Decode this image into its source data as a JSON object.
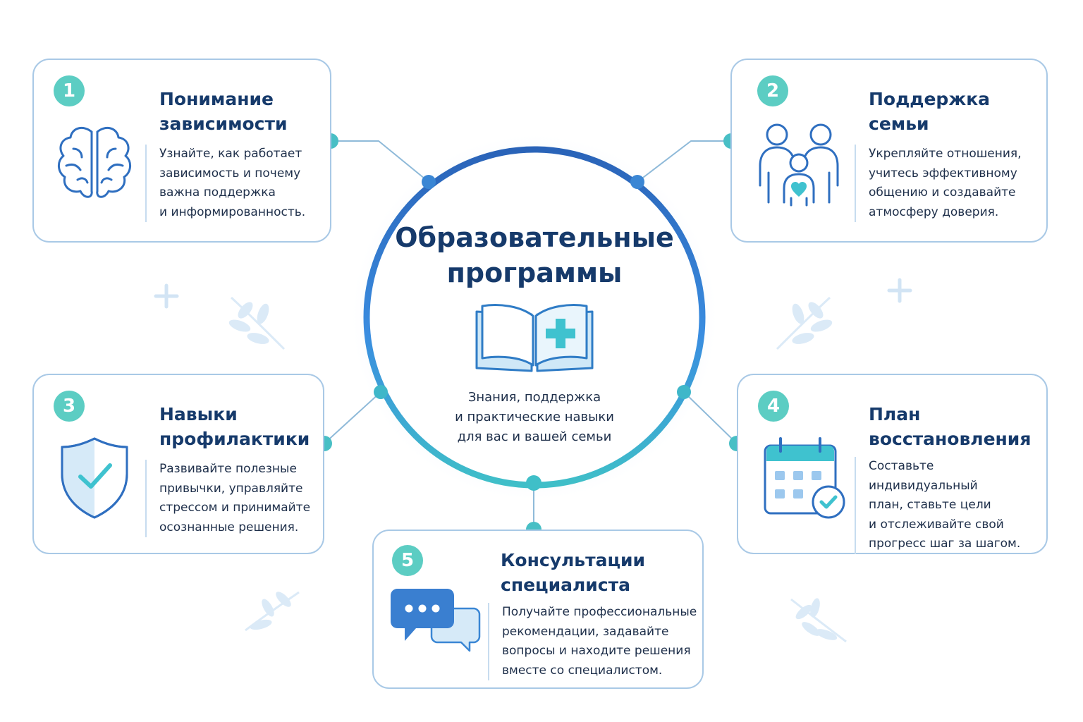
{
  "center": {
    "title_line1": "Образовательные",
    "title_line2": "программы",
    "subtitle_line1": "Знания, поддержка",
    "subtitle_line2": "и практические навыки",
    "subtitle_line3": "для вас и вашей семьи",
    "icon": "book-plus-icon"
  },
  "cards": [
    {
      "number": "1",
      "title_line1": "Понимание",
      "title_line2": "зависимости",
      "text": [
        "Узнайте, как работает",
        "зависимость и почему",
        "важна поддержка",
        "и информированность."
      ],
      "icon": "brain-icon"
    },
    {
      "number": "2",
      "title_line1": "Поддержка",
      "title_line2": "семьи",
      "text": [
        "Укрепляйте отношения,",
        "учитесь эффективному",
        "общению и создавайте",
        "атмосферу доверия."
      ],
      "icon": "family-icon"
    },
    {
      "number": "3",
      "title_line1": "Навыки",
      "title_line2": "профилактики",
      "text": [
        "Развивайте полезные",
        "привычки, управляйте",
        "стрессом и принимайте",
        "осознанные решения."
      ],
      "icon": "shield-check-icon"
    },
    {
      "number": "4",
      "title_line1": "План",
      "title_line2": "восстановления",
      "text": [
        "Составьте индивидуальный",
        "план, ставьте цели",
        "и отслеживайте свой",
        "прогресс шаг за шагом."
      ],
      "icon": "calendar-check-icon"
    },
    {
      "number": "5",
      "title_line1": "Консультации",
      "title_line2": "специалиста",
      "text": [
        "Получайте профессиональные",
        "рекомендации, задавайте",
        "вопросы и находите решения",
        "вместе со специалистом."
      ],
      "icon": "chat-bubbles-icon"
    }
  ],
  "colors": {
    "accent_teal": "#5ccdc3",
    "accent_blue": "#2f6fc0",
    "title": "#163a6b",
    "card_border": "#a9c9e6"
  }
}
